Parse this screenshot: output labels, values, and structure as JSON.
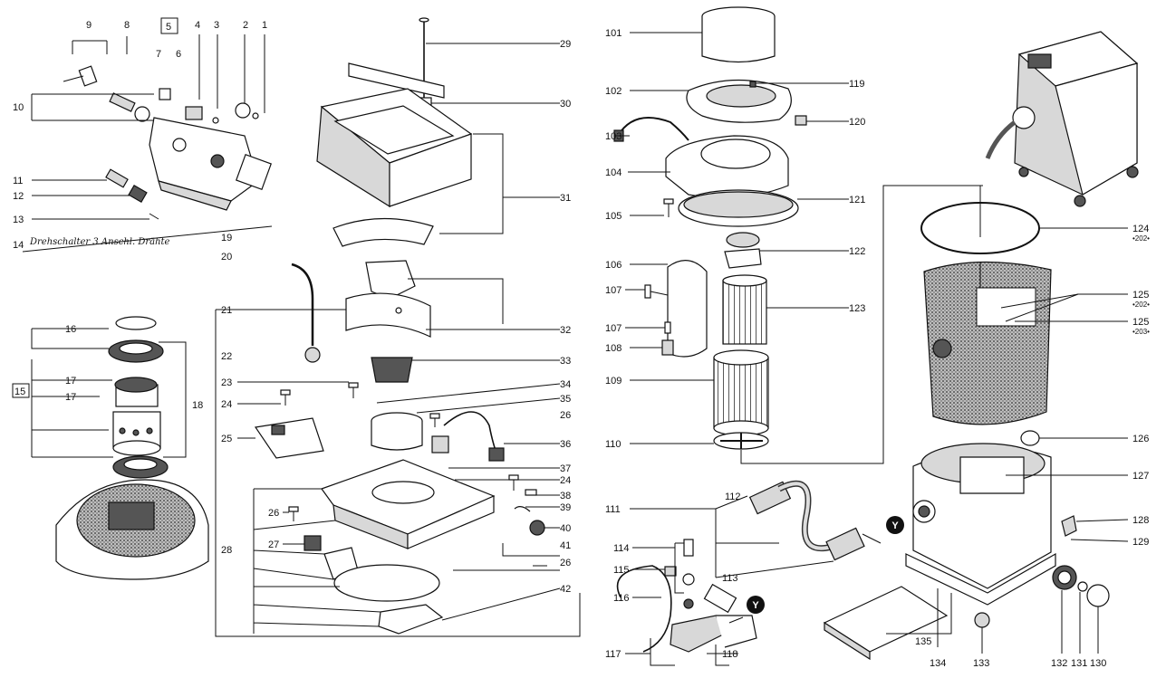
{
  "diagram": {
    "labels": {
      "p1": "1",
      "p2": "2",
      "p3": "3",
      "p4": "4",
      "p5": "5",
      "p6": "6",
      "p7": "7",
      "p8": "8",
      "p9": "9",
      "p10": "10",
      "p11": "11",
      "p12": "12",
      "p13": "13",
      "p14": "14",
      "p15": "15",
      "p16": "16",
      "p17a": "17",
      "p17b": "17",
      "p18": "18",
      "p19": "19",
      "p20": "20",
      "p21": "21",
      "p22": "22",
      "p23": "23",
      "p24a": "24",
      "p24b": "24",
      "p25": "25",
      "p26a": "26",
      "p26b": "26",
      "p26c": "26",
      "p27": "27",
      "p28": "28",
      "p29": "29",
      "p30": "30",
      "p31": "31",
      "p32": "32",
      "p33": "33",
      "p34": "34",
      "p35": "35",
      "p36": "36",
      "p37": "37",
      "p38": "38",
      "p39": "39",
      "p40": "40",
      "p41": "41",
      "p42": "42",
      "p101": "101",
      "p102": "102",
      "p103": "103",
      "p104": "104",
      "p105": "105",
      "p106": "106",
      "p107a": "107",
      "p107b": "107",
      "p108": "108",
      "p109": "109",
      "p110": "110",
      "p111": "111",
      "p112": "112",
      "p113": "113",
      "p114": "114",
      "p115": "115",
      "p116": "116",
      "p117": "117",
      "p118": "118",
      "p119": "119",
      "p120": "120",
      "p121": "121",
      "p122": "122",
      "p123": "123",
      "p124": "124",
      "p125a": "125",
      "p125b": "125",
      "p126": "126",
      "p127": "127",
      "p128": "128",
      "p129": "129",
      "p130": "130",
      "p131": "131",
      "p132": "132",
      "p133": "133",
      "p134": "134",
      "p135": "135",
      "v202a": "•202•",
      "v202b": "•202•",
      "v203": "•203•",
      "markY1": "Y",
      "markY2": "Y"
    },
    "note": "Drehschalter 3 Anschl. Drähte"
  }
}
